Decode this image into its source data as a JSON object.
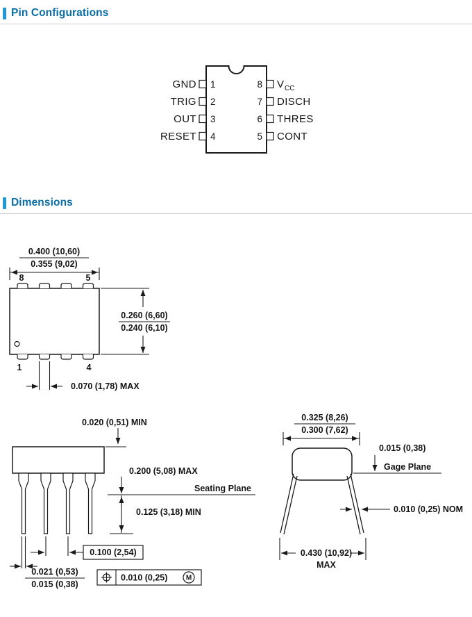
{
  "sections": {
    "pin_config_title": "Pin Configurations",
    "dimensions_title": "Dimensions"
  },
  "pin_config": {
    "left_pins": [
      {
        "name": "GND",
        "number": "1"
      },
      {
        "name": "TRIG",
        "number": "2"
      },
      {
        "name": "OUT",
        "number": "3"
      },
      {
        "name": "RESET",
        "number": "4"
      }
    ],
    "right_pins": [
      {
        "name": "V",
        "name_sub": "CC",
        "number": "8"
      },
      {
        "name": "DISCH",
        "number": "7"
      },
      {
        "name": "THRES",
        "number": "6"
      },
      {
        "name": "CONT",
        "number": "5"
      }
    ]
  },
  "dimensions": {
    "top_view": {
      "width_max": "0.400 (10,60)",
      "width_min": "0.355 (9,02)",
      "pin_top_left": "8",
      "pin_top_right": "5",
      "pin_bottom_left": "1",
      "pin_bottom_right": "4",
      "depth_max": "0.260 (6,60)",
      "depth_min": "0.240 (6,10)",
      "pin_width": "0.070 (1,78) MAX"
    },
    "side_view": {
      "standoff": "0.020 (0,51) MIN",
      "body_height": "0.200 (5,08) MAX",
      "seating_plane": "Seating Plane",
      "lead_below_seating": "0.125 (3,18) MIN",
      "pitch": "0.100 (2,54)",
      "lead_width_max": "0.021 (0,53)",
      "lead_width_min": "0.015 (0,38)",
      "true_position": "0.010 (0,25)",
      "modifier": "M"
    },
    "end_view": {
      "row_span_max": "0.325 (8,26)",
      "row_span_min": "0.300 (7,62)",
      "gage_offset": "0.015 (0,38)",
      "gage_plane": "Gage Plane",
      "lead_thickness": "0.010 (0,25) NOM",
      "overall_max": "0.430 (10,92)",
      "overall_max_qual": "MAX"
    }
  }
}
